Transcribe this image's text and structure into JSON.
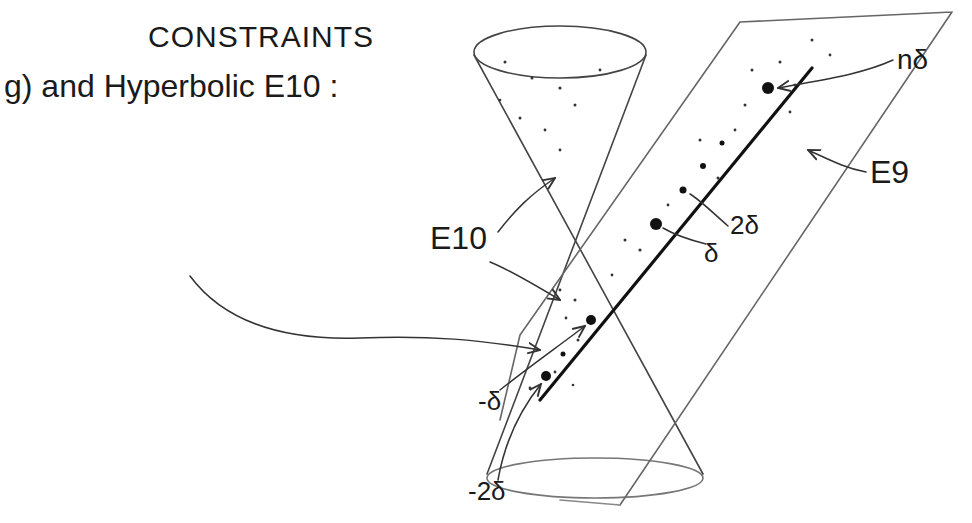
{
  "diagram": {
    "title": "CONSTRAINTS",
    "labels": [
      "g) and Hyperbolic E10 :",
      "E10",
      "nδ",
      "E9",
      "δ",
      "2δ",
      "-δ",
      "-2δ"
    ]
  }
}
